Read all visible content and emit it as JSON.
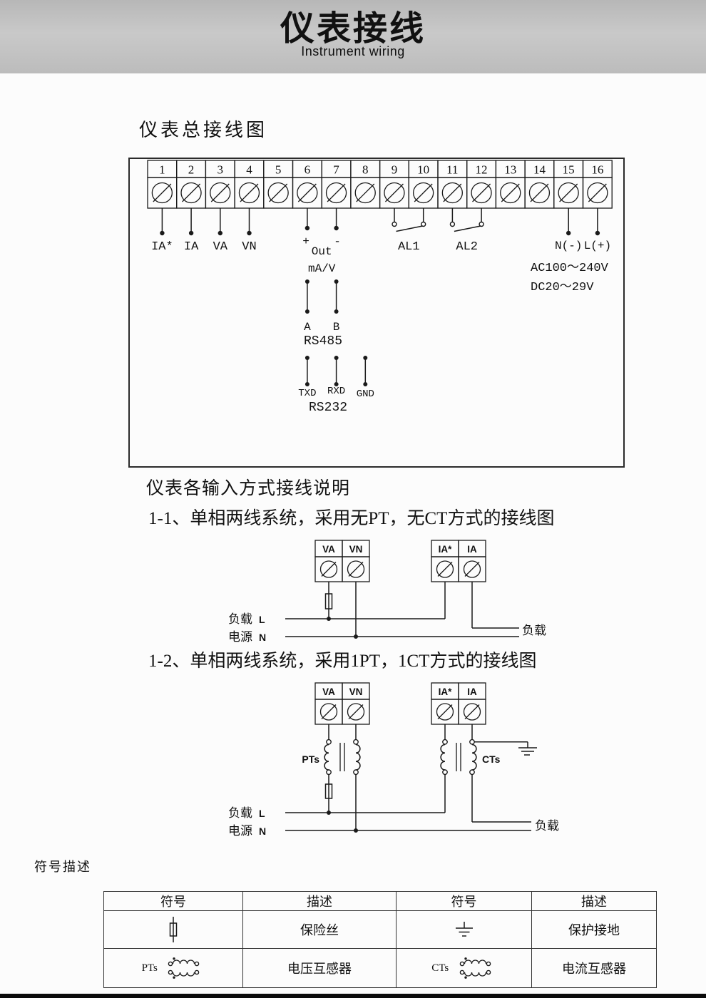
{
  "header": {
    "title": "仪表接线",
    "subtitle": "Instrument wiring"
  },
  "sections": {
    "main_wiring": "仪表总接线图",
    "input_modes": "仪表各输入方式接线说明",
    "diagram1": "1-1、单相两线系统，采用无PT，无CT方式的接线图",
    "diagram2": "1-2、单相两线系统，采用1PT，1CT方式的接线图",
    "symbols": "符号描述"
  },
  "terminal_block": {
    "terminals": [
      "1",
      "2",
      "3",
      "4",
      "5",
      "6",
      "7",
      "8",
      "9",
      "10",
      "11",
      "12",
      "13",
      "14",
      "15",
      "16"
    ],
    "labels": {
      "t1": "IA*",
      "t2": "IA",
      "t3": "VA",
      "t4": "VN",
      "out_plus": "+",
      "out_label": "Out",
      "out_minus": "-",
      "out_unit": "mA/V",
      "alarm1": "AL1",
      "alarm2": "AL2",
      "power_n": "N(-)",
      "power_l": "L(+)",
      "power_ac": "AC100～240V",
      "power_dc": "DC20～29V",
      "rs485_a": "A",
      "rs485_b": "B",
      "rs485": "RS485",
      "txd": "TXD",
      "rxd": "RXD",
      "gnd": "GND",
      "rs232": "RS232"
    }
  },
  "diagram1": {
    "terminal_va": "VA",
    "terminal_vn": "VN",
    "terminal_ia_star": "IA*",
    "terminal_ia": "IA",
    "load_left": "负载",
    "source_left": "电源",
    "line_l": "L",
    "line_n": "N",
    "load_right": "负载"
  },
  "diagram2": {
    "terminal_va": "VA",
    "terminal_vn": "VN",
    "terminal_ia_star": "IA*",
    "terminal_ia": "IA",
    "pt_label": "PTs",
    "ct_label": "CTs",
    "load_left": "负载",
    "source_left": "电源",
    "line_l": "L",
    "line_n": "N",
    "load_right": "负载"
  },
  "symbol_table": {
    "headers": [
      "符号",
      "描述",
      "符号",
      "描述"
    ],
    "fuse_desc": "保险丝",
    "earth_desc": "保护接地",
    "pt_label": "PTs",
    "pt_desc": "电压互感器",
    "ct_label": "CTs",
    "ct_desc": "电流互感器"
  }
}
